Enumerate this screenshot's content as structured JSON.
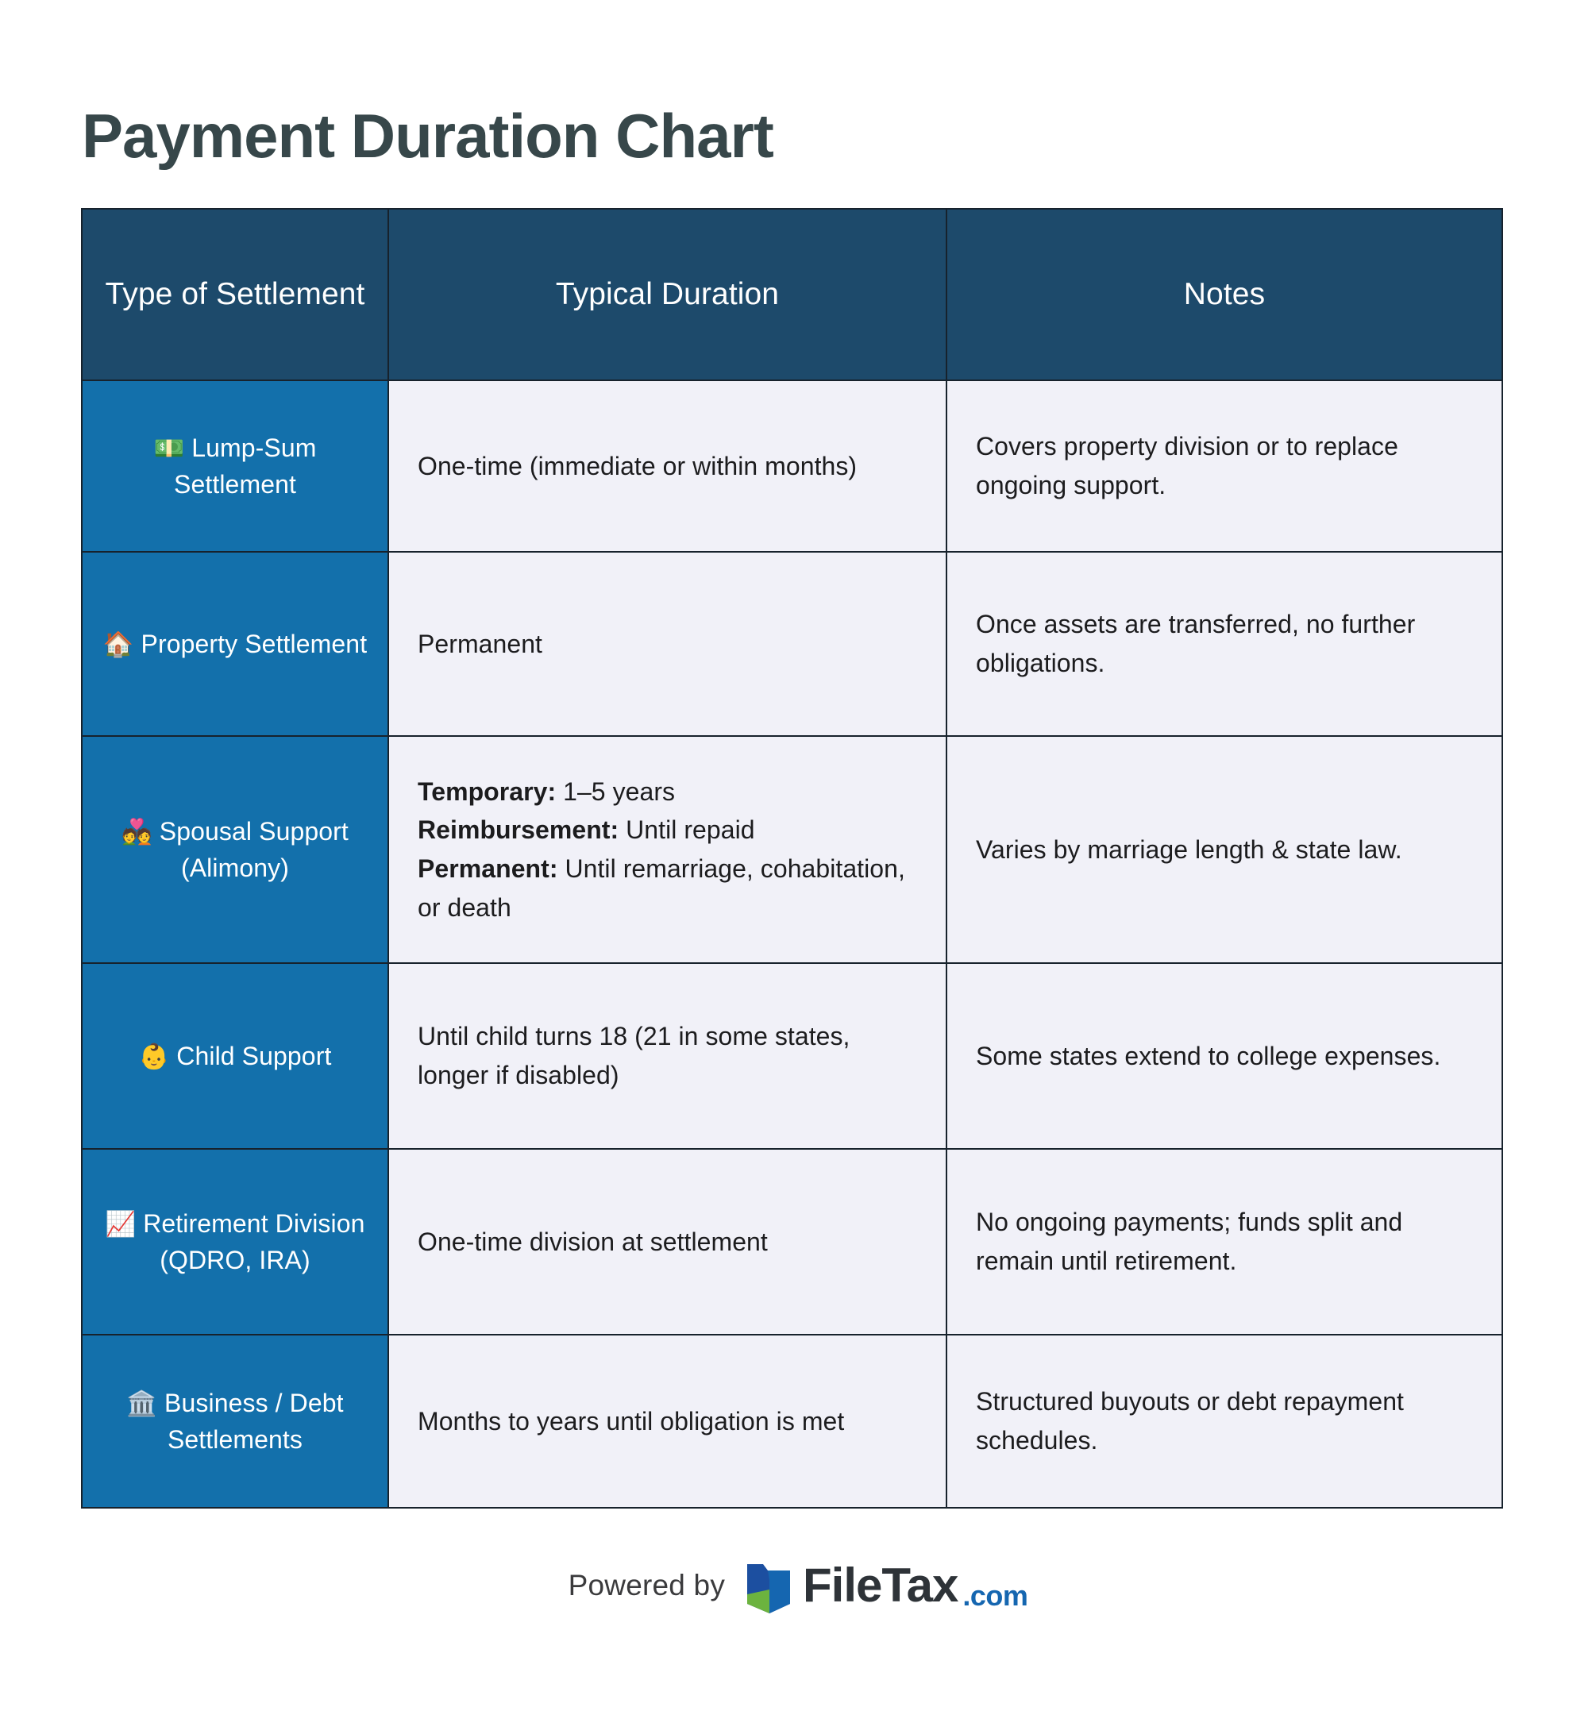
{
  "page": {
    "title": "Payment Duration Chart",
    "background_color": "#ffffff",
    "title_color": "#37474a"
  },
  "colors": {
    "header_bg": "#1d4a6b",
    "type_column_bg": "#1370ab",
    "body_cell_bg": "#f1f1f8",
    "border": "#17222c",
    "logo_blue": "#1566b0",
    "logo_dark_blue": "#1c4fa0",
    "logo_green": "#6cb33f"
  },
  "table": {
    "headers": [
      "Type of Settlement",
      "Typical Duration",
      "Notes"
    ],
    "rows": [
      {
        "icon": "💵",
        "icon_name": "banknote-icon",
        "type": "Lump-Sum Settlement",
        "duration": "One-time (immediate or within months)",
        "duration_lines": [
          {
            "bold": "",
            "text": "One-time (immediate or within months)"
          }
        ],
        "notes": "Covers property division or to replace ongoing support."
      },
      {
        "icon": "🏠",
        "icon_name": "house-icon",
        "type": "Property Settlement",
        "duration": "Permanent",
        "duration_lines": [
          {
            "bold": "",
            "text": "Permanent"
          }
        ],
        "notes": "Once assets are transferred, no further obligations."
      },
      {
        "icon": "💑",
        "icon_name": "couple-with-heart-icon",
        "type": "Spousal Support (Alimony)",
        "duration": "Temporary: 1–5 years Reimbursement: Until repaid Permanent: Until remarriage, cohabitation, or death",
        "duration_lines": [
          {
            "bold": "Temporary:",
            "text": " 1–5 years"
          },
          {
            "bold": "Reimbursement:",
            "text": " Until repaid"
          },
          {
            "bold": "Permanent:",
            "text": " Until remarriage, cohabitation, or death"
          }
        ],
        "notes": "Varies by marriage length & state law."
      },
      {
        "icon": "👶",
        "icon_name": "baby-icon",
        "type": "Child Support",
        "duration": "Until child turns 18 (21 in some states, longer if disabled)",
        "duration_lines": [
          {
            "bold": "",
            "text": "Until child turns 18 (21 in some states, longer if disabled)"
          }
        ],
        "notes": "Some states extend to college expenses."
      },
      {
        "icon": "📈",
        "icon_name": "chart-increasing-icon",
        "type": "Retirement Division (QDRO, IRA)",
        "duration": "One-time division at settlement",
        "duration_lines": [
          {
            "bold": "",
            "text": "One-time division at settlement"
          }
        ],
        "notes": "No ongoing payments; funds split and remain until retirement."
      },
      {
        "icon": "🏛️",
        "icon_name": "classical-building-icon",
        "type": "Business / Debt Settlements",
        "duration": "Months to years until obligation is met",
        "duration_lines": [
          {
            "bold": "",
            "text": "Months to years until obligation is met"
          }
        ],
        "notes": "Structured buyouts or debt repayment schedules."
      }
    ]
  },
  "footer": {
    "powered_by_label": "Powered by",
    "brand_name": "FileTax",
    "brand_tld": ".com"
  }
}
